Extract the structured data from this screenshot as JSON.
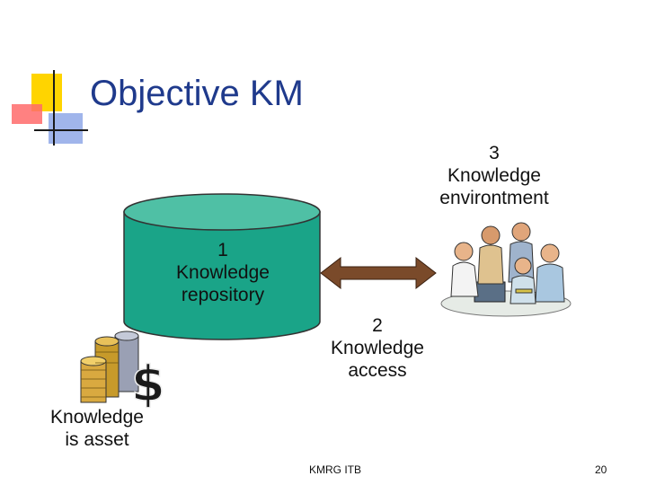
{
  "slide": {
    "title": "Objective KM",
    "footer_text": "KMRG ITB",
    "page_number": "20"
  },
  "labels": {
    "environment": [
      "3",
      "Knowledge",
      "environtment"
    ],
    "repository": [
      "1",
      "Knowledge",
      "repository"
    ],
    "access": [
      "2",
      "Knowledge",
      "access"
    ],
    "asset": [
      "Knowledge",
      "is asset"
    ]
  },
  "colors": {
    "title": "#1f3a8c",
    "cylinder_top": "#4fc0a5",
    "cylinder_body": "#1aa488",
    "arrow": "#7a4a2a",
    "deco_yellow": "#ffd400",
    "deco_red": "#ff4a4a",
    "deco_blue": "#6a8fe0"
  },
  "icons": {
    "title_decoration": "corner-squares-icon",
    "people_clipart": "team-meeting-clipart",
    "money_clipart": "coins-dollar-clipart"
  }
}
